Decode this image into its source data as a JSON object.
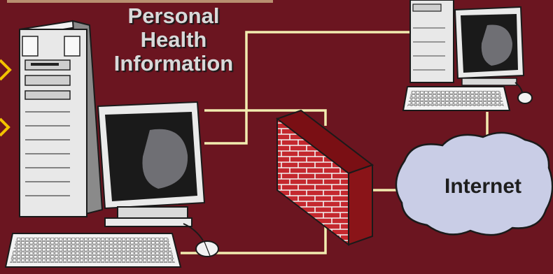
{
  "labels": {
    "phi_line1": "Personal",
    "phi_line2": "Health",
    "phi_line3": "Information",
    "internet": "Internet"
  },
  "colors": {
    "background": "#6b1520",
    "cable": "#f2ecb0",
    "brick": "#c4282e",
    "mortar": "#f2f2f2",
    "cloud": "#c9cde6"
  },
  "icons": [
    "server-tower-icon",
    "monitor-icon",
    "keyboard-icon",
    "mouse-icon",
    "firewall-icon",
    "cloud-icon"
  ]
}
